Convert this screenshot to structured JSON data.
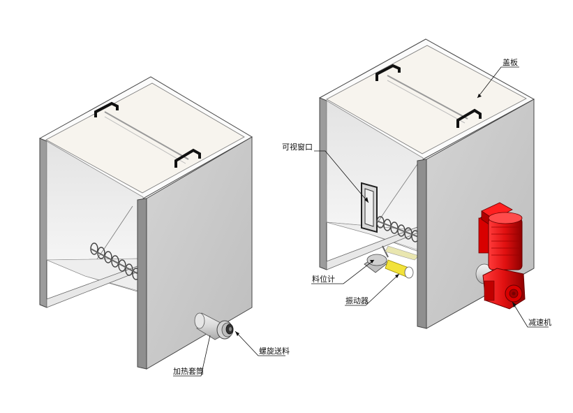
{
  "labels": {
    "heating_sleeve": "加热套筒",
    "screw_feed": "螺旋送料",
    "lid": "盖板",
    "sight_window": "可视窗口",
    "level_meter": "料位计",
    "vibrator": "振动器",
    "reducer": "减速机"
  },
  "colors": {
    "panel": "#c8c8c8",
    "motor": "#e01010",
    "vibrator": "#f2e23a"
  }
}
